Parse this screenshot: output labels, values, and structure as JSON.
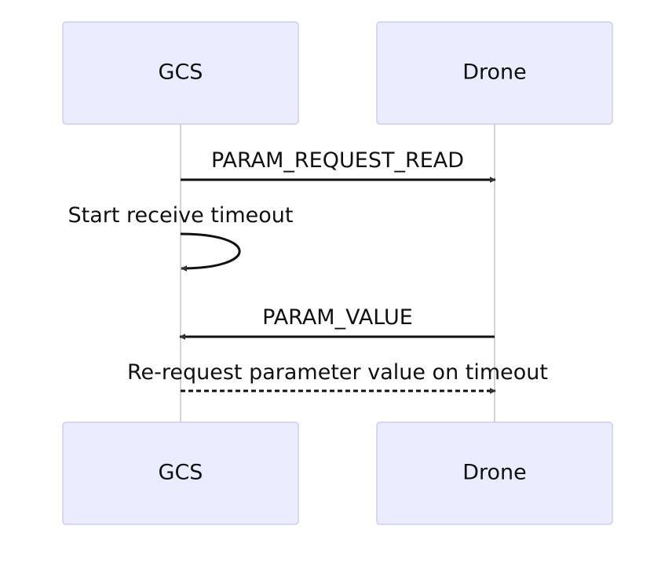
{
  "participants": {
    "gcs": {
      "label": "GCS"
    },
    "drone": {
      "label": "Drone"
    }
  },
  "messages": [
    {
      "label": "PARAM_REQUEST_READ",
      "from": "GCS",
      "to": "Drone",
      "style": "solid"
    },
    {
      "label": "Start receive timeout",
      "from": "GCS",
      "to": "GCS",
      "style": "solid"
    },
    {
      "label": "PARAM_VALUE",
      "from": "Drone",
      "to": "GCS",
      "style": "solid"
    },
    {
      "label": "Re-request parameter value on timeout",
      "from": "GCS",
      "to": "Drone",
      "style": "dashed"
    }
  ],
  "colors": {
    "actor_fill": "#ECECFF",
    "actor_stroke": "#CCCCFF",
    "lifeline": "#BBBBBB",
    "line": "#111111",
    "arrowhead": "#333333"
  }
}
